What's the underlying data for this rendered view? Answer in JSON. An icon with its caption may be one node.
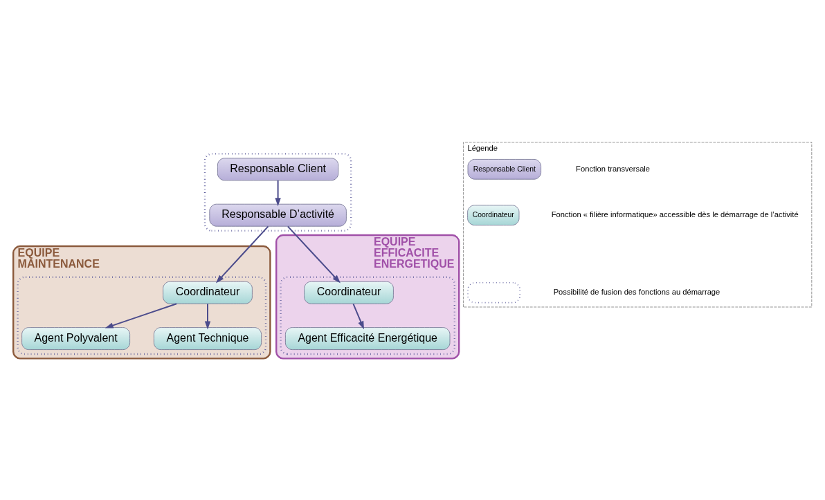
{
  "diagram": {
    "nodes": [
      {
        "text": [],
        "shape": "box"
      },
      {
        "text": [
          "Responsable Client"
        ],
        "in": 0
      },
      {
        "text": [
          "Responsable D’activité"
        ],
        "in": 0
      },
      {
        "text": [
          "EQUIPE MAINTENANCE"
        ]
      },
      {
        "text": [],
        "shape": "box",
        "in": 3
      },
      {
        "text": [
          "Coordinateur"
        ],
        "in": 4
      },
      {
        "text": [
          "Agent Polyvalent"
        ],
        "in": 4
      },
      {
        "text": [
          "Agent Technique"
        ],
        "in": 4
      },
      {
        "text": [
          "EQUIPE EFFICACITE ENERGETIQUE"
        ]
      },
      {
        "text": [],
        "shape": "box",
        "in": 8
      },
      {
        "text": [
          "Coordinateur"
        ],
        "in": 9
      },
      {
        "text": [
          "Agent Efficacité Energétique"
        ],
        "in": 9
      },
      {
        "text": [
          "Légende"
        ]
      },
      {
        "text": [
          "Responsable Client"
        ],
        "in": 12
      },
      {
        "text": [
          "Coordinateur"
        ],
        "in": 12
      },
      {
        "text": [],
        "shape": "box",
        "in": 12
      }
    ],
    "edges": [
      {
        "from": 1,
        "to": 2,
        "arrow": "to"
      },
      {
        "from": 2,
        "to": 5,
        "arrow": "to"
      },
      {
        "from": 2,
        "to": 10,
        "arrow": "to"
      },
      {
        "from": 5,
        "to": 6,
        "arrow": "to"
      },
      {
        "from": 5,
        "to": 7,
        "arrow": "to"
      },
      {
        "from": 10,
        "to": 11,
        "arrow": "to"
      }
    ],
    "legend": [
      {
        "text": "Fonction transversale"
      },
      {
        "text": "Fonction « filière informatique» accessible dès le démarrage de l’activité"
      },
      {
        "text": "Possibilité de fusion des fonctions au démarrage"
      }
    ]
  }
}
